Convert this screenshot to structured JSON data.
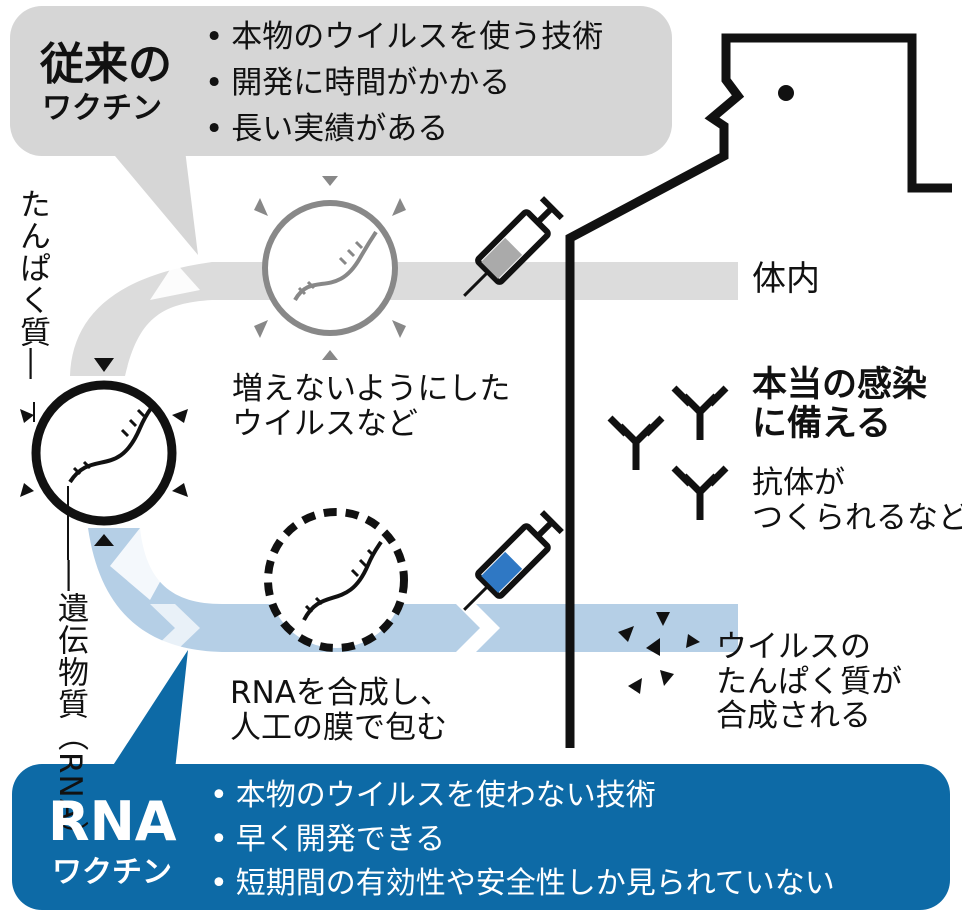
{
  "colors": {
    "old_panel": "#d6d6d6",
    "old_arrow": "#dcdcdc",
    "rna_panel": "#0d6aa6",
    "rna_arrow": "#b5cfe6",
    "ink": "#111111",
    "virus_gray": "#888888"
  },
  "icons": [
    "syringe-icon",
    "virus-icon",
    "antibody-icon",
    "protein-fragment-icon",
    "person-outline-icon"
  ],
  "conventional": {
    "title_line1": "従来の",
    "title_line2": "ワクチン",
    "bullets": [
      "本物のウイルスを使う技術",
      "開発に時間がかかる",
      "長い実績がある"
    ]
  },
  "rna_vaccine": {
    "title_line1": "RNA",
    "title_line2": "ワクチン",
    "bullets": [
      "本物のウイルスを使わない技術",
      "早く開発できる",
      "短期間の有効性や安全性しか見られていない"
    ]
  },
  "labels": {
    "protein": "たんぱく質―",
    "genetic_material": "―遺伝物質（RNA）",
    "weakened_virus": [
      "増えないようにした",
      "ウイルスなど"
    ],
    "rna_synthesis": [
      "RNAを合成し、",
      "人工の膜で包む"
    ],
    "inside_body": "体内",
    "real_infection": [
      "本当の感染",
      "に備える"
    ],
    "antibodies": [
      "抗体が",
      "つくられるなど"
    ],
    "viral_protein": [
      "ウイルスの",
      "たんぱく質が",
      "合成される"
    ]
  }
}
